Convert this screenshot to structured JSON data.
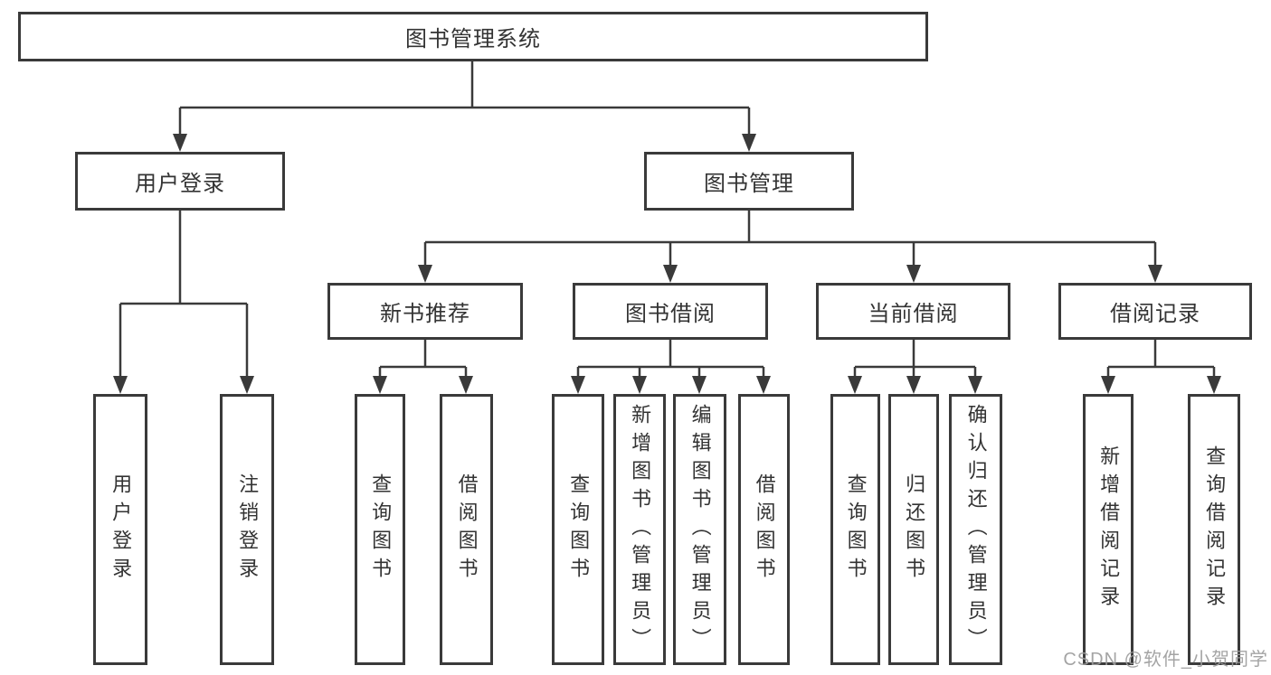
{
  "diagram": {
    "root": {
      "label": "图书管理系统"
    },
    "login_branch": {
      "label": "用户登录",
      "children": [
        {
          "label": "用户登录"
        },
        {
          "label": "注销登录"
        }
      ]
    },
    "mgmt_branch": {
      "label": "图书管理",
      "groups": [
        {
          "label": "新书推荐",
          "children": [
            {
              "label": "查询图书"
            },
            {
              "label": "借阅图书"
            }
          ]
        },
        {
          "label": "图书借阅",
          "children": [
            {
              "label": "查询图书"
            },
            {
              "label": "新增图书（管理员）"
            },
            {
              "label": "编辑图书（管理员）"
            },
            {
              "label": "借阅图书"
            }
          ]
        },
        {
          "label": "当前借阅",
          "children": [
            {
              "label": "查询图书"
            },
            {
              "label": "归还图书"
            },
            {
              "label": "确认归还（管理员）"
            }
          ]
        },
        {
          "label": "借阅记录",
          "children": [
            {
              "label": "新增借阅记录"
            },
            {
              "label": "查询借阅记录"
            }
          ]
        }
      ]
    }
  },
  "watermark": {
    "text": "CSDN @软件_小贺同学"
  },
  "colors": {
    "line": "#3a3a3a",
    "text": "#333333",
    "background": "#ffffff",
    "watermark": "#9c9c9c"
  }
}
